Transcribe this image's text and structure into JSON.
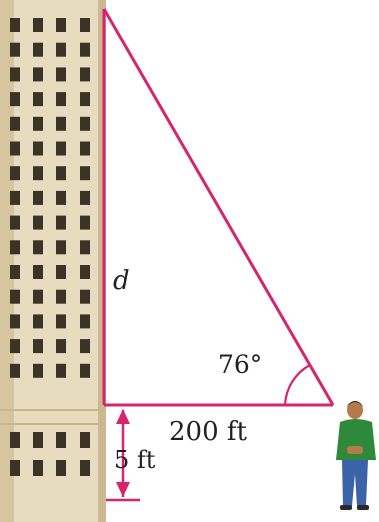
{
  "diagram": {
    "labels": {
      "height_variable": "d",
      "angle": "76°",
      "horizontal_distance": "200 ft",
      "eye_height": "5 ft"
    },
    "colors": {
      "triangle_line": "#d6246e",
      "building_light": "#e8dcc0",
      "building_mid": "#d7c59f",
      "building_shadow": "#c9b58c",
      "window": "#3a3326",
      "person_shirt": "#2e8a3a",
      "person_pants": "#3a63a8",
      "person_skin": "#b57a4a",
      "person_hair": "#2a1d12"
    }
  }
}
